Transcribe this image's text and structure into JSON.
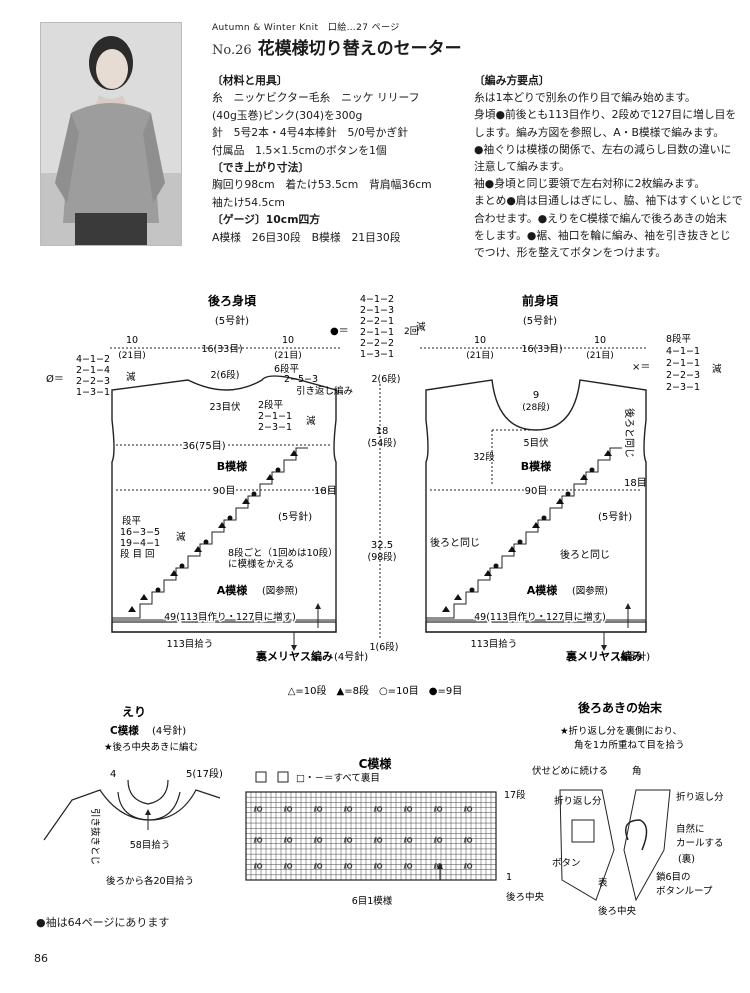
{
  "header": {
    "small": "Autumn & Winter Knit　口絵…27 ページ",
    "number": "No.26",
    "title": "花模様切り替えのセーター"
  },
  "materials": {
    "heading": "〔材料と用具〕",
    "lines": [
      "糸　ニッケビクター毛糸　ニッケ リリーフ",
      "(40g玉巻)ピンク(304)を300g",
      "針　5号2本・4号4本棒針　5/0号かぎ針",
      "付属品　1.5×1.5cmのボタンを1個"
    ],
    "size_heading": "〔でき上がり寸法〕",
    "size_lines": [
      "胸回り98cm　着たけ53.5cm　背肩幅36cm",
      "袖たけ54.5cm"
    ],
    "gauge_heading": "〔ゲージ〕10cm四方",
    "gauge_line": "A模様　26目30段　B模様　21目30段"
  },
  "instructions": {
    "heading": "〔編み方要点〕",
    "lines": [
      "糸は1本どりで別糸の作り目で編み始めます。",
      "身頃●前後とも113目作り、2段めで127目に増し目を",
      "します。編み方図を参照し、A・B模様で編みます。",
      "●袖ぐりは模様の関係で、左右の減らし目数の違いに",
      "注意して編みます。",
      "袖●身頃と同じ要領で左右対称に2枚編みます。",
      "まとめ●肩は目通しはぎにし、脇、袖下はすくいとじで",
      "合わせます。●えりをC模様で編んで後ろあきの始末",
      "をします。●裾、袖口を輪に編み、袖を引き抜きとじ",
      "でつけ、形を整えてボタンをつけます。"
    ]
  },
  "back": {
    "title": "後ろ身頃",
    "needle": "(5号針)",
    "top_dims": [
      "10",
      "(21目)",
      "16(33目)",
      "10",
      "(21目)"
    ],
    "pattern_b": "B模様",
    "pattern_a": "A模様",
    "pattern_ref": "(図参照)",
    "needle_small": "(5号針)",
    "w36": "36(75目)",
    "w90": "90目",
    "w49": "49(113目作り・127目に増す)",
    "pick": "113目拾う",
    "rib": "裏メリヤス編み",
    "rib_needle": "(4号針)",
    "neck_dec": "2(6段)",
    "neck_row": "23目伏",
    "shoulder": "6段平",
    "shoulder2": "2−5−3",
    "shoulder_note": "引き返し編み",
    "dec_set": [
      "2段平",
      "2−1−1",
      "2−3−1"
    ],
    "dec_word": "減",
    "left_dec": [
      "4−1−2",
      "2−1−4",
      "2−2−3",
      "1−3−1"
    ],
    "left_mark": "Ø＝",
    "side_dec": [
      "段平",
      "16−3−5",
      "19−4−1",
      "段 目 回"
    ],
    "change": "8段ごと（1回めは10段）",
    "change2": "に模様をかえる",
    "r18": "18目",
    "top_box": [
      "4−1−2",
      "2−1−3",
      "2−2−1",
      "2−1−1",
      "2−2−2",
      "1−3−1"
    ],
    "top_box_note": "2回"
  },
  "center": {
    "h2": "2(6段)",
    "h18": "18",
    "h18r": "(54段)",
    "h32": "32.5",
    "h32r": "(98段)",
    "h1": "1(6段)"
  },
  "front": {
    "title": "前身頃",
    "needle": "(5号針)",
    "top_dims": [
      "10",
      "(21目)",
      "16(33目)",
      "10",
      "(21目)"
    ],
    "neck": "9",
    "neck_r": "(28段)",
    "neck_bind": "5目伏",
    "left_h": "32段",
    "pattern_b": "B模様",
    "pattern_a": "A模様",
    "pattern_ref": "(図参照)",
    "needle_small": "(5号針)",
    "w90": "90目",
    "r18": "18目",
    "w49": "49(113目作り・127目に増す)",
    "pick": "113目拾う",
    "rib": "裏メリヤス編み",
    "rib_needle": "(4号針)",
    "same_back": "後ろと同じ",
    "same_back2": "後ろと同じ",
    "same_back3": "後ろと同じ",
    "right_box": [
      "8段平",
      "4−1−1",
      "2−1−1",
      "2−2−3",
      "2−3−1"
    ],
    "right_mark": "×＝",
    "dec_word": "減"
  },
  "legend": "△=10段　▲=8段　○=10目　●=9目",
  "collar": {
    "title": "えり",
    "pattern": "C模様",
    "needle": "(4号針)",
    "note": "★後ろ中央あきに編む",
    "n4": "4",
    "n5": "5(17段)",
    "pick58": "58目拾う",
    "pick20": "後ろから各20目拾う",
    "side": "引き抜きとじ"
  },
  "chart_c": {
    "title": "C模様",
    "legend": "□・－＝すべて裏目",
    "rows": "17段",
    "row1": "1",
    "repeat": "6目1模様",
    "center": "後ろ中央"
  },
  "finish": {
    "title": "後ろあきの始末",
    "note1": "★折り返し分を裏側におり、",
    "note2": "角を1カ所重ねて目を拾う",
    "l1": "伏せどめに続ける",
    "l2": "角",
    "l3": "折り返し分",
    "l4": "折り返し分",
    "l5": "ボタン",
    "l6": "自然に",
    "l7": "カールする",
    "l8": "(裏)",
    "l9": "鎖6目の",
    "l10": "ボタンループ",
    "l11": "表",
    "l12": "後ろ中央"
  },
  "footer": {
    "note": "●袖は64ページにあります",
    "page": "86"
  }
}
